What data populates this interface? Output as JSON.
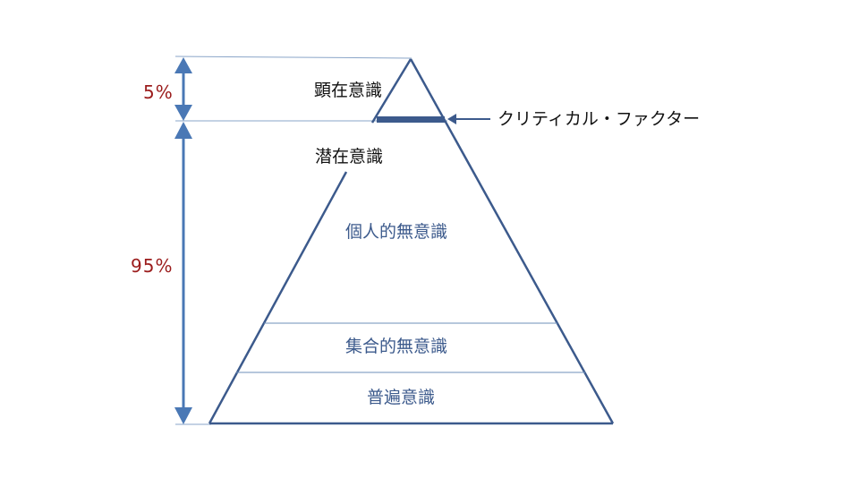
{
  "diagram": {
    "percent_top": "5%",
    "percent_bottom": "95%",
    "conscious": "顕在意識",
    "subconscious": "潜在意識",
    "critical_factor": "クリティカル・ファクター",
    "layers": {
      "personal": "個人的無意識",
      "collective": "集合的無意識",
      "universal": "普遍意識"
    }
  },
  "colors": {
    "line": "#3c5a8c",
    "arrow": "#4a78b5",
    "percent": "#9b1c1c",
    "guide": "#6d8fba"
  }
}
